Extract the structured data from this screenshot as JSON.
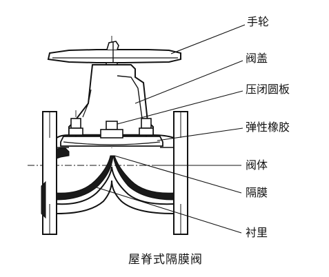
{
  "labels": {
    "handwheel": "手轮",
    "bonnet": "阀盖",
    "pressure_plate": "压闭圆板",
    "elastic_rubber": "弹性橡胶",
    "valve_body": "阀体",
    "diaphragm": "隔膜",
    "lining": "衬里"
  },
  "caption": "屋脊式隔膜阀",
  "colors": {
    "line": "#111111",
    "lining_fill": "#1a1a1a",
    "background": "#ffffff"
  }
}
